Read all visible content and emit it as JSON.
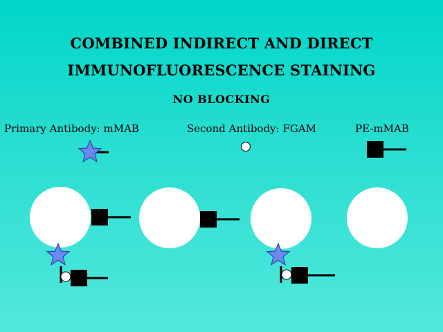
{
  "title_line1": "COMBINED INDIRECT AND DIRECT",
  "title_line2": "IMMUNOFLUORESCENCE STAINING",
  "subtitle": "NO BLOCKING",
  "legend": {
    "primary": "Primary Antibody: mMAB",
    "secondary": "Second Antibody: FGAM",
    "pe": "PE-mMAB"
  },
  "colors": {
    "background_top": "#00d6c8",
    "star": "#6a88f0",
    "cell": "#ffffff",
    "antibody_block": "#000000"
  },
  "cells": [
    {
      "id": "cell-1",
      "labels": [
        "PE-mMAB",
        "Primary Antibody with Second Antibody"
      ]
    },
    {
      "id": "cell-2",
      "labels": [
        "PE-mMAB"
      ]
    },
    {
      "id": "cell-3",
      "labels": [
        "Primary Antibody with Second Antibody"
      ]
    },
    {
      "id": "cell-4",
      "labels": []
    }
  ]
}
